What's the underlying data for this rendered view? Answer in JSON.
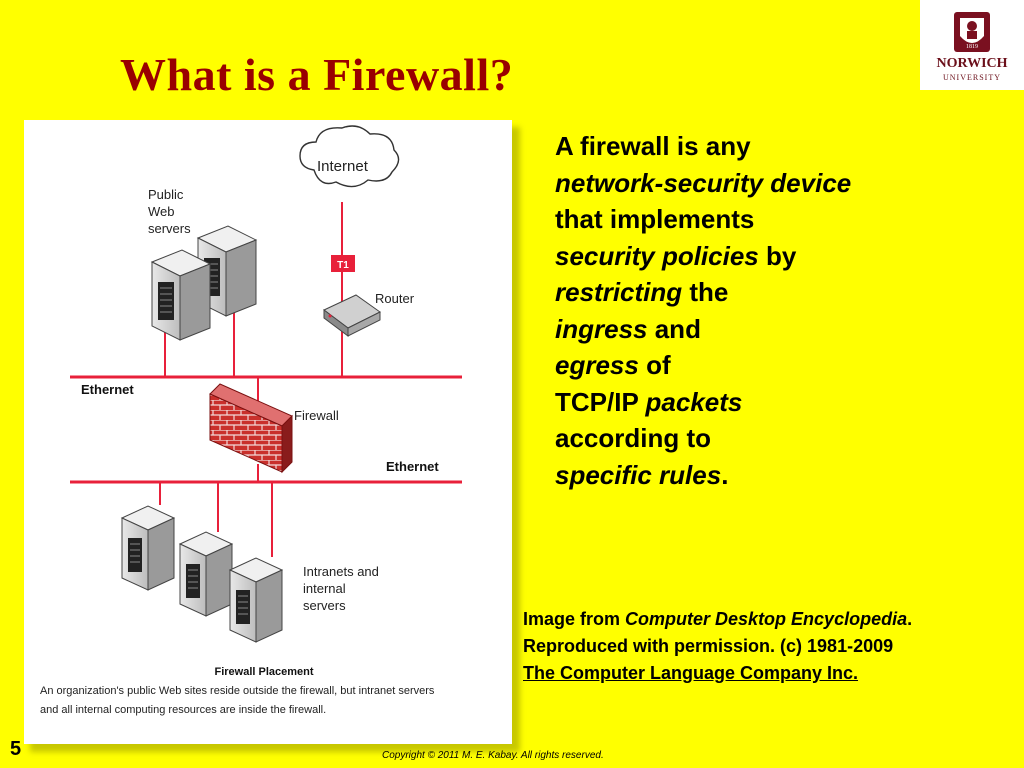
{
  "title": "What is a Firewall?",
  "logo": {
    "year": "1819",
    "name": "NORWICH",
    "sub": "UNIVERSITY"
  },
  "diagram": {
    "internet": "Internet",
    "public_web_servers": [
      "Public",
      "Web",
      "servers"
    ],
    "t1": "T1",
    "router": "Router",
    "ethernet_top": "Ethernet",
    "firewall": "Firewall",
    "ethernet_bottom": "Ethernet",
    "intranets": [
      "Intranets and",
      "internal",
      "servers"
    ],
    "caption_title": "Firewall Placement",
    "caption_lines": [
      "An organization's public Web sites reside outside the firewall, but intranet servers",
      "and all internal computing resources are inside the firewall."
    ]
  },
  "definition": {
    "l1": "A firewall is any",
    "l2": "network-security device",
    "l3": "that implements",
    "l4a": "security policies",
    "l4b": " by",
    "l5a": "restricting",
    "l5b": " the",
    "l6a": "ingress",
    "l6b": " and",
    "l7a": "egress",
    "l7b": " of",
    "l8a": "TCP/IP ",
    "l8b": "packets",
    "l9": "according to",
    "l10a": "specific rules",
    "l10b": "."
  },
  "credit": {
    "prefix": "Image from ",
    "book": "Computer Desktop Encyclopedia",
    "mid": ".  Reproduced with permission.  (c) 1981-2009 ",
    "link": "The Computer Language Company Inc."
  },
  "slide_number": "5",
  "copyright": "Copyright © 2011 M. E. Kabay.  All rights reserved."
}
